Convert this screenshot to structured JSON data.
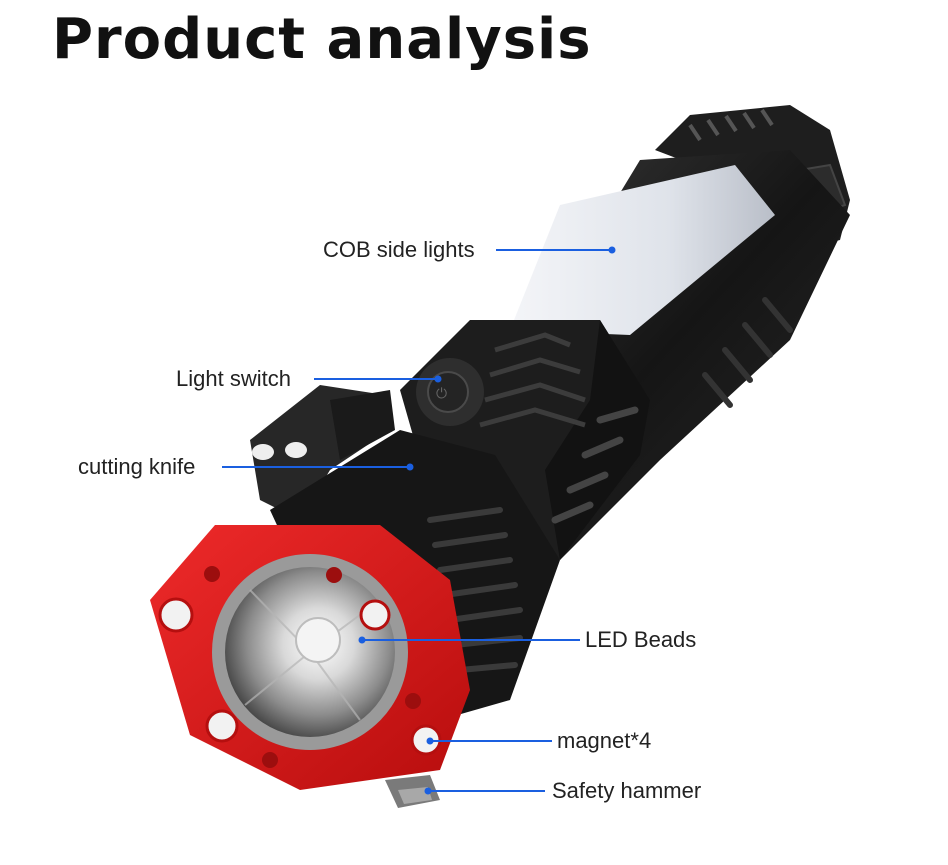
{
  "page": {
    "title": "Product analysis"
  },
  "callouts": {
    "cob_side_lights": "COB side lights",
    "light_switch": "Light switch",
    "cutting_knife": "cutting knife",
    "led_beads": "LED Beads",
    "magnet": "magnet*4",
    "safety_hammer": "Safety hammer"
  },
  "colors": {
    "leader_line": "#1a5fe0",
    "head_red": "#d81414",
    "body_black": "#1b1b1b"
  },
  "icons": {
    "product": "flashlight-illustration"
  }
}
